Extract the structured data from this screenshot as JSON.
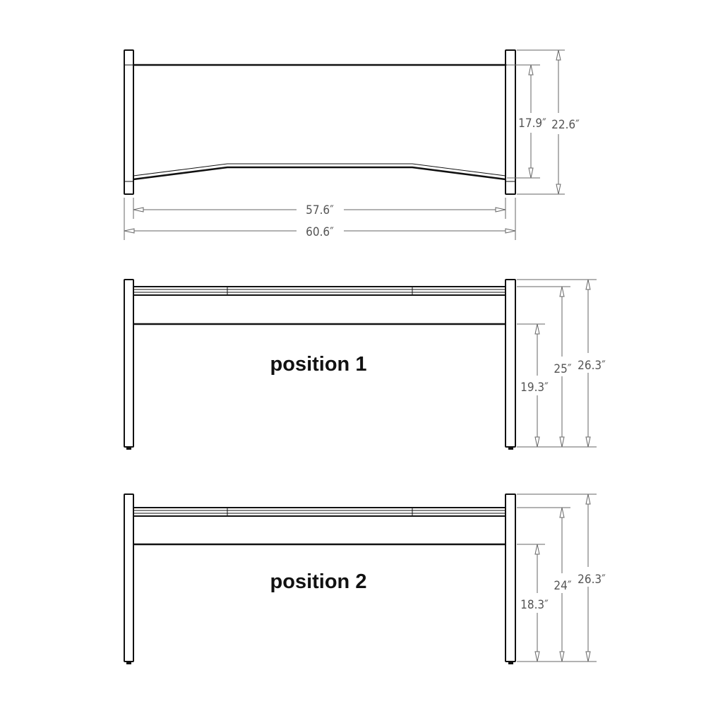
{
  "top_view": {
    "dimensions": {
      "inner_width": "57.6″",
      "outer_width": "60.6″",
      "inner_depth": "17.9″",
      "outer_depth": "22.6″"
    }
  },
  "position_1": {
    "label": "position 1",
    "dimensions": {
      "lower_rail_height": "19.3″",
      "top_height": "25″",
      "overall_height": "26.3″"
    }
  },
  "position_2": {
    "label": "position 2",
    "dimensions": {
      "lower_rail_height": "18.3″",
      "top_height": "24″",
      "overall_height": "26.3″"
    }
  },
  "colors": {
    "line": "#111111",
    "dimension": "#555555"
  }
}
